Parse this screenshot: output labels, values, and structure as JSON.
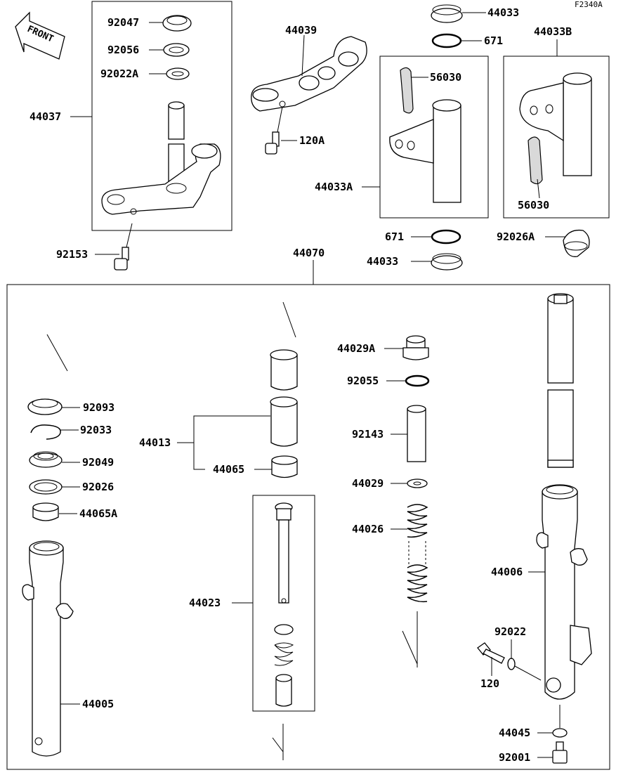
{
  "diagram_code": "F2340A",
  "front_badge": "FRONT",
  "parts": {
    "p92047": "92047",
    "p92056": "92056",
    "p92022A": "92022A",
    "p44037": "44037",
    "p92153": "92153",
    "p44039": "44039",
    "p120A": "120A",
    "p44033_top": "44033",
    "p671_top": "671",
    "p44033B": "44033B",
    "p56030_a": "56030",
    "p44033A": "44033A",
    "p56030_b": "56030",
    "p671_bot": "671",
    "p44033_bot": "44033",
    "p92026A": "92026A",
    "p44070": "44070",
    "p92093": "92093",
    "p92033": "92033",
    "p92049": "92049",
    "p92026": "92026",
    "p44065A": "44065A",
    "p44005": "44005",
    "p44013": "44013",
    "p44065": "44065",
    "p44023": "44023",
    "p44029A": "44029A",
    "p92055": "92055",
    "p92143": "92143",
    "p44029": "44029",
    "p44026": "44026",
    "p44006": "44006",
    "p92022": "92022",
    "p120": "120",
    "p44045": "44045",
    "p92001": "92001"
  }
}
